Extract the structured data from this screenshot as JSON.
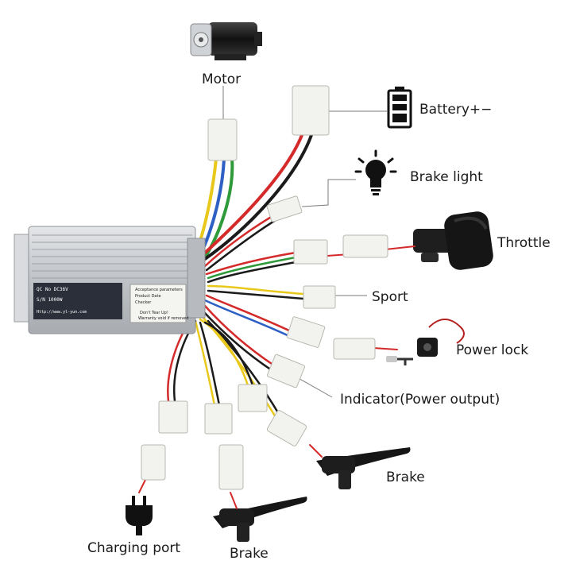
{
  "labels": {
    "motor": "Motor",
    "battery": "Battery+−",
    "brake_light": "Brake light",
    "throttle": "Throttle",
    "sport": "Sport",
    "power_lock": "Power lock",
    "indicator": "Indicator(Power output)",
    "brake_1": "Brake",
    "charging_port": "Charging port",
    "brake_2": "Brake"
  },
  "controller": {
    "qc_line": "QC No DC36V",
    "sn_line": "S/N 1000W",
    "url_line": "Http://www.yl-yun.com",
    "sticker_lines": [
      "Acceptance parameters",
      "Product Date",
      "Checker",
      "Don't Tear Up!",
      "Warranty void if removed"
    ]
  },
  "colors": {
    "wire_red": "#d42a2a",
    "wire_black": "#1b1b1b",
    "wire_yellow": "#e9c81c",
    "wire_blue": "#2e5fc4",
    "wire_green": "#2f9a3a",
    "wire_white": "#ececec",
    "controller_silver": "#c7c9cc",
    "connector_white": "#f2f2ee"
  }
}
